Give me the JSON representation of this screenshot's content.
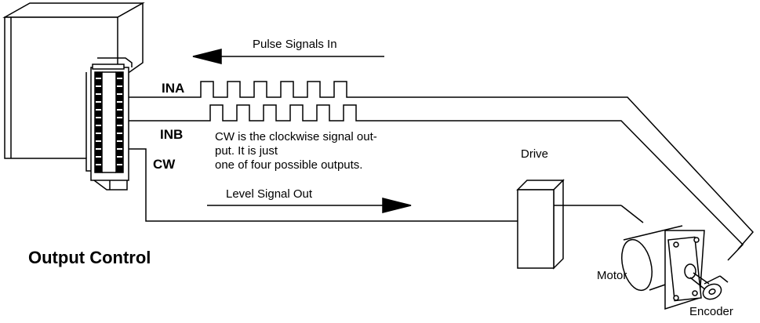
{
  "diagram": {
    "title": "Output Control",
    "arrows": {
      "pulse_in": "Pulse Signals In",
      "level_out": "Level Signal Out"
    },
    "signals": {
      "ina": "INA",
      "inb": "INB",
      "cw": "CW"
    },
    "note": {
      "line1": "CW is the clockwise signal out-",
      "line2": "put. It is just",
      "line3": "one of four possible outputs."
    },
    "components": {
      "drive": "Drive",
      "motor": "Motor",
      "encoder": "Encoder"
    }
  }
}
